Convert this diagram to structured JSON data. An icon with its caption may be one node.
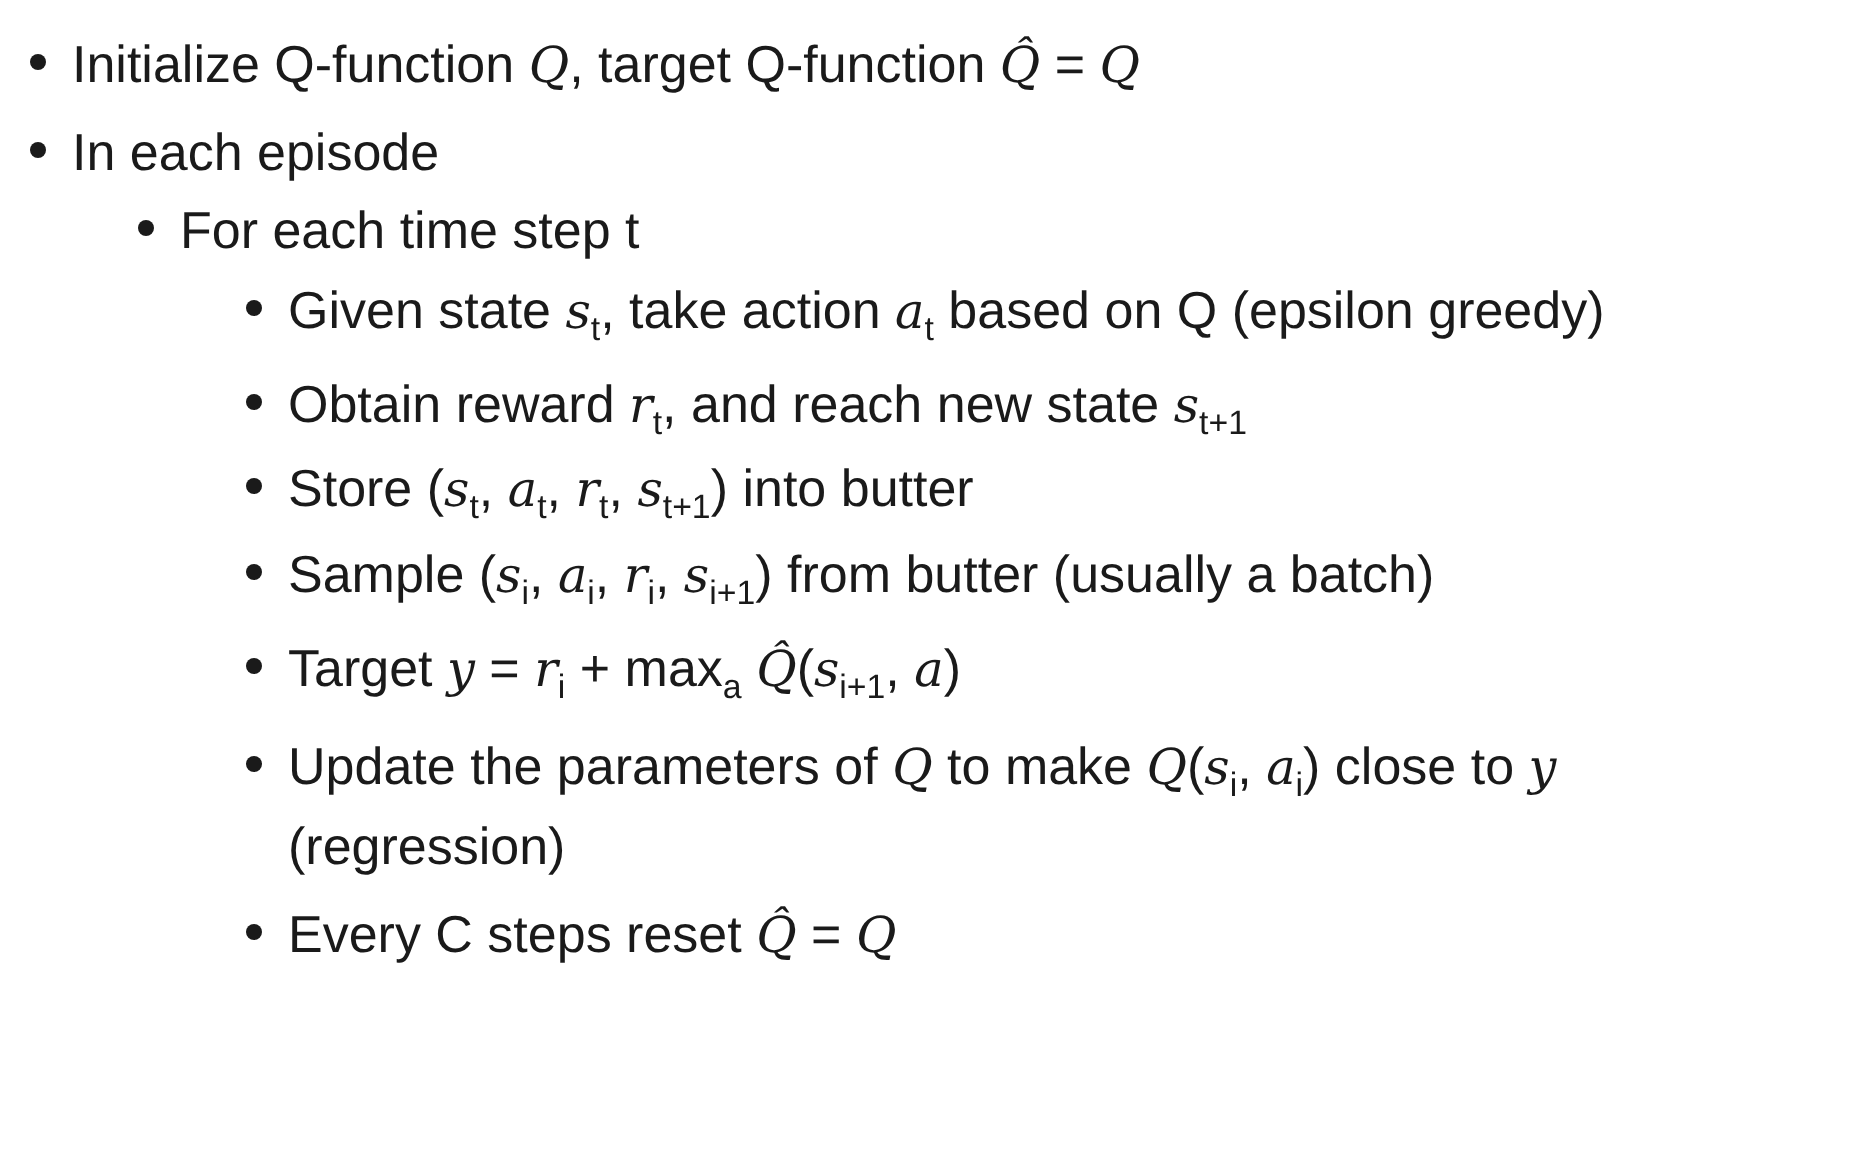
{
  "diagram": {
    "labels": [
      "Initialize Q-function *Q*, target Q-function *Q̂* = *Q*",
      "In each episode",
      "For each time step t",
      "Given state *s*$_{t}$, take action *a*$_{t}$ based on Q (epsilon greedy)",
      "Obtain reward *r*$_{t}$, and reach new state *s*$_{t+1}$",
      "Store (*s*$_{t}$, *a*$_{t}$, *r*$_{t}$, *s*$_{t+1}$) into butter",
      "Sample (*s*$_{i}$, *a*$_{i}$, *r*$_{i}$, *s*$_{i+1}$) from butter (usually a batch)",
      "Target *y* = *r*$_{i}$ + max$_{a}$ *Q̂*(*s*$_{i+1}$, *a*)",
      "Update the parameters of *Q* to make *Q*(*s*$_{i}$, *a*$_{i}$) close to *y* (regression)",
      "Every C steps reset *Q̂* = *Q*"
    ]
  }
}
